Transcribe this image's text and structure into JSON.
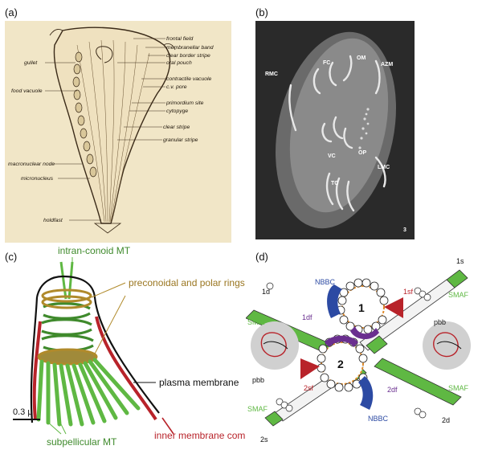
{
  "panels": {
    "a": {
      "label": "(a)",
      "annotations": [
        "frontal field",
        "membranellar band",
        "clear border stripe",
        "oral pouch",
        "gullet",
        "food vacuole",
        "contractile vacuole",
        "c.v. pore",
        "primordium site",
        "cytopyge",
        "clear stripe",
        "granular stripe",
        "macronuclear node",
        "micronucleus",
        "holdfast"
      ]
    },
    "b": {
      "label": "(b)",
      "annotations": [
        "RMC",
        "FC",
        "OM",
        "AZM",
        "VC",
        "OP",
        "LMC",
        "TC",
        "3"
      ]
    },
    "c": {
      "label": "(c)",
      "annotations": [
        "intran-conoid MT",
        "preconoidal and polar rings",
        "plasma membrane",
        "inner membrane complex (IMC)",
        "subpellicular MT"
      ],
      "scale_bar": "0.3 μ"
    },
    "d": {
      "label": "(d)",
      "annotations": [
        "1s",
        "SMAF",
        "NBBC",
        "1sf",
        "1d",
        "pbb",
        "1df",
        "1",
        "SMAF",
        "pbb",
        "2",
        "2sf",
        "2df",
        "NBBC",
        "SMAF",
        "SMAF",
        "2s",
        "2d"
      ]
    }
  },
  "colors": {
    "green": "#5fb843",
    "gold": "#b08a2b",
    "red": "#b8232a",
    "blue": "#2c4aa3",
    "purple": "#6a2f8f"
  }
}
